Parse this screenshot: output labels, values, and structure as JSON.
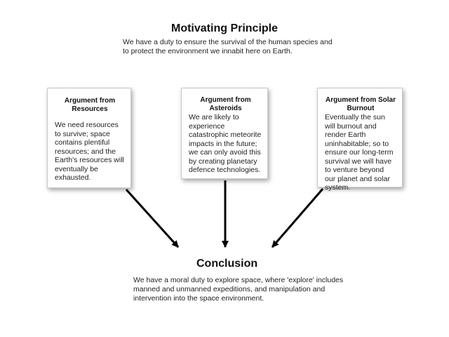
{
  "motivating": {
    "title": "Motivating Principle",
    "text": "We have a duty to ensure the survival of the human species and to protect the environment we innabit here on Earth."
  },
  "arguments": [
    {
      "title": "Argument from Resources",
      "text": "We need resources to survive; space contains plentiful resources; and the Earth's resources will eventually be exhausted."
    },
    {
      "title": "Argument from Asteroids",
      "text": "We are likely to experience catastrophic meteorite impacts in the future; we can only avoid this by creating planetary defence technologies."
    },
    {
      "title": "Argument from Solar Burnout",
      "text": "Eventually the sun will burnout and render Earth uninhabitable; so to ensure our long-term survival we will have to venture beyond our planet and solar system."
    }
  ],
  "conclusion": {
    "title": "Conclusion",
    "text": "We have a moral duty to explore space, where 'explore' includes manned and unmanned expeditions, and manipulation and intervention into the space environment."
  }
}
